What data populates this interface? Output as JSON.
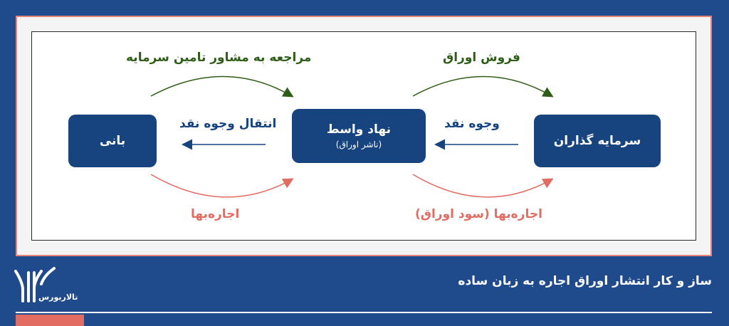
{
  "nodes": {
    "bani": "بانی",
    "nahad_title": "نهاد واسط",
    "nahad_sub": "(ناشر اوراق)",
    "investors": "سرمایه گذاران"
  },
  "labels": {
    "consult": "مراجعه به مشاور تامین سرمایه",
    "sell": "فروش اوراق",
    "transfer_cash": "انتقال وجوه نقد",
    "cash": "وجوه نقد",
    "rent_left": "اجاره‌بها",
    "rent_right": "اجاره‌بها (سود اوراق)"
  },
  "footer": {
    "caption": "ساز و کار انتشار اوراق اجاره به زبان ساده",
    "logo_text": "تالاربورس"
  },
  "colors": {
    "background": "#1f4b8c",
    "node": "#17437f",
    "green": "#2e5d18",
    "blue": "#17437f",
    "red": "#e26c62"
  }
}
